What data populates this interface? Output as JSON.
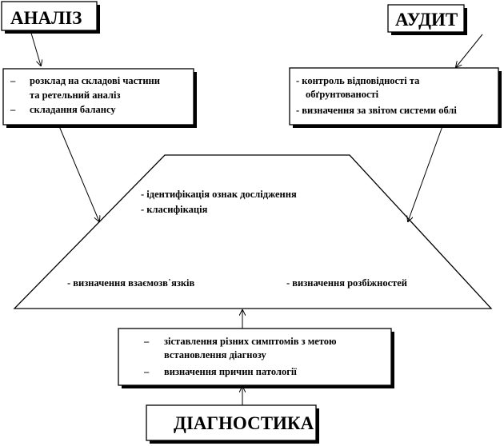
{
  "analysis": {
    "title": "АНАЛІЗ",
    "items": [
      "розклад на складові частини",
      "та ретельний аналіз",
      "складання балансу"
    ]
  },
  "audit": {
    "title": "АУДИТ",
    "items": [
      "- контроль відповідності  та",
      "обґрунтованості",
      "- визначення за звітом  системи облі"
    ]
  },
  "center": {
    "items": [
      "- ідентифікація   ознак дослідження",
      "- класифікація"
    ],
    "left_item": "- визначення взаємозв᾽язків",
    "right_item": "- визначення розбіжностей"
  },
  "diagnostics_box": {
    "items": [
      "зіставлення різних  симптомів  з метою",
      "встановлення діагнозу",
      "визначення причин патології"
    ]
  },
  "diagnostics": {
    "title": "ДІАГНОСТИКА"
  },
  "bullet": "–"
}
